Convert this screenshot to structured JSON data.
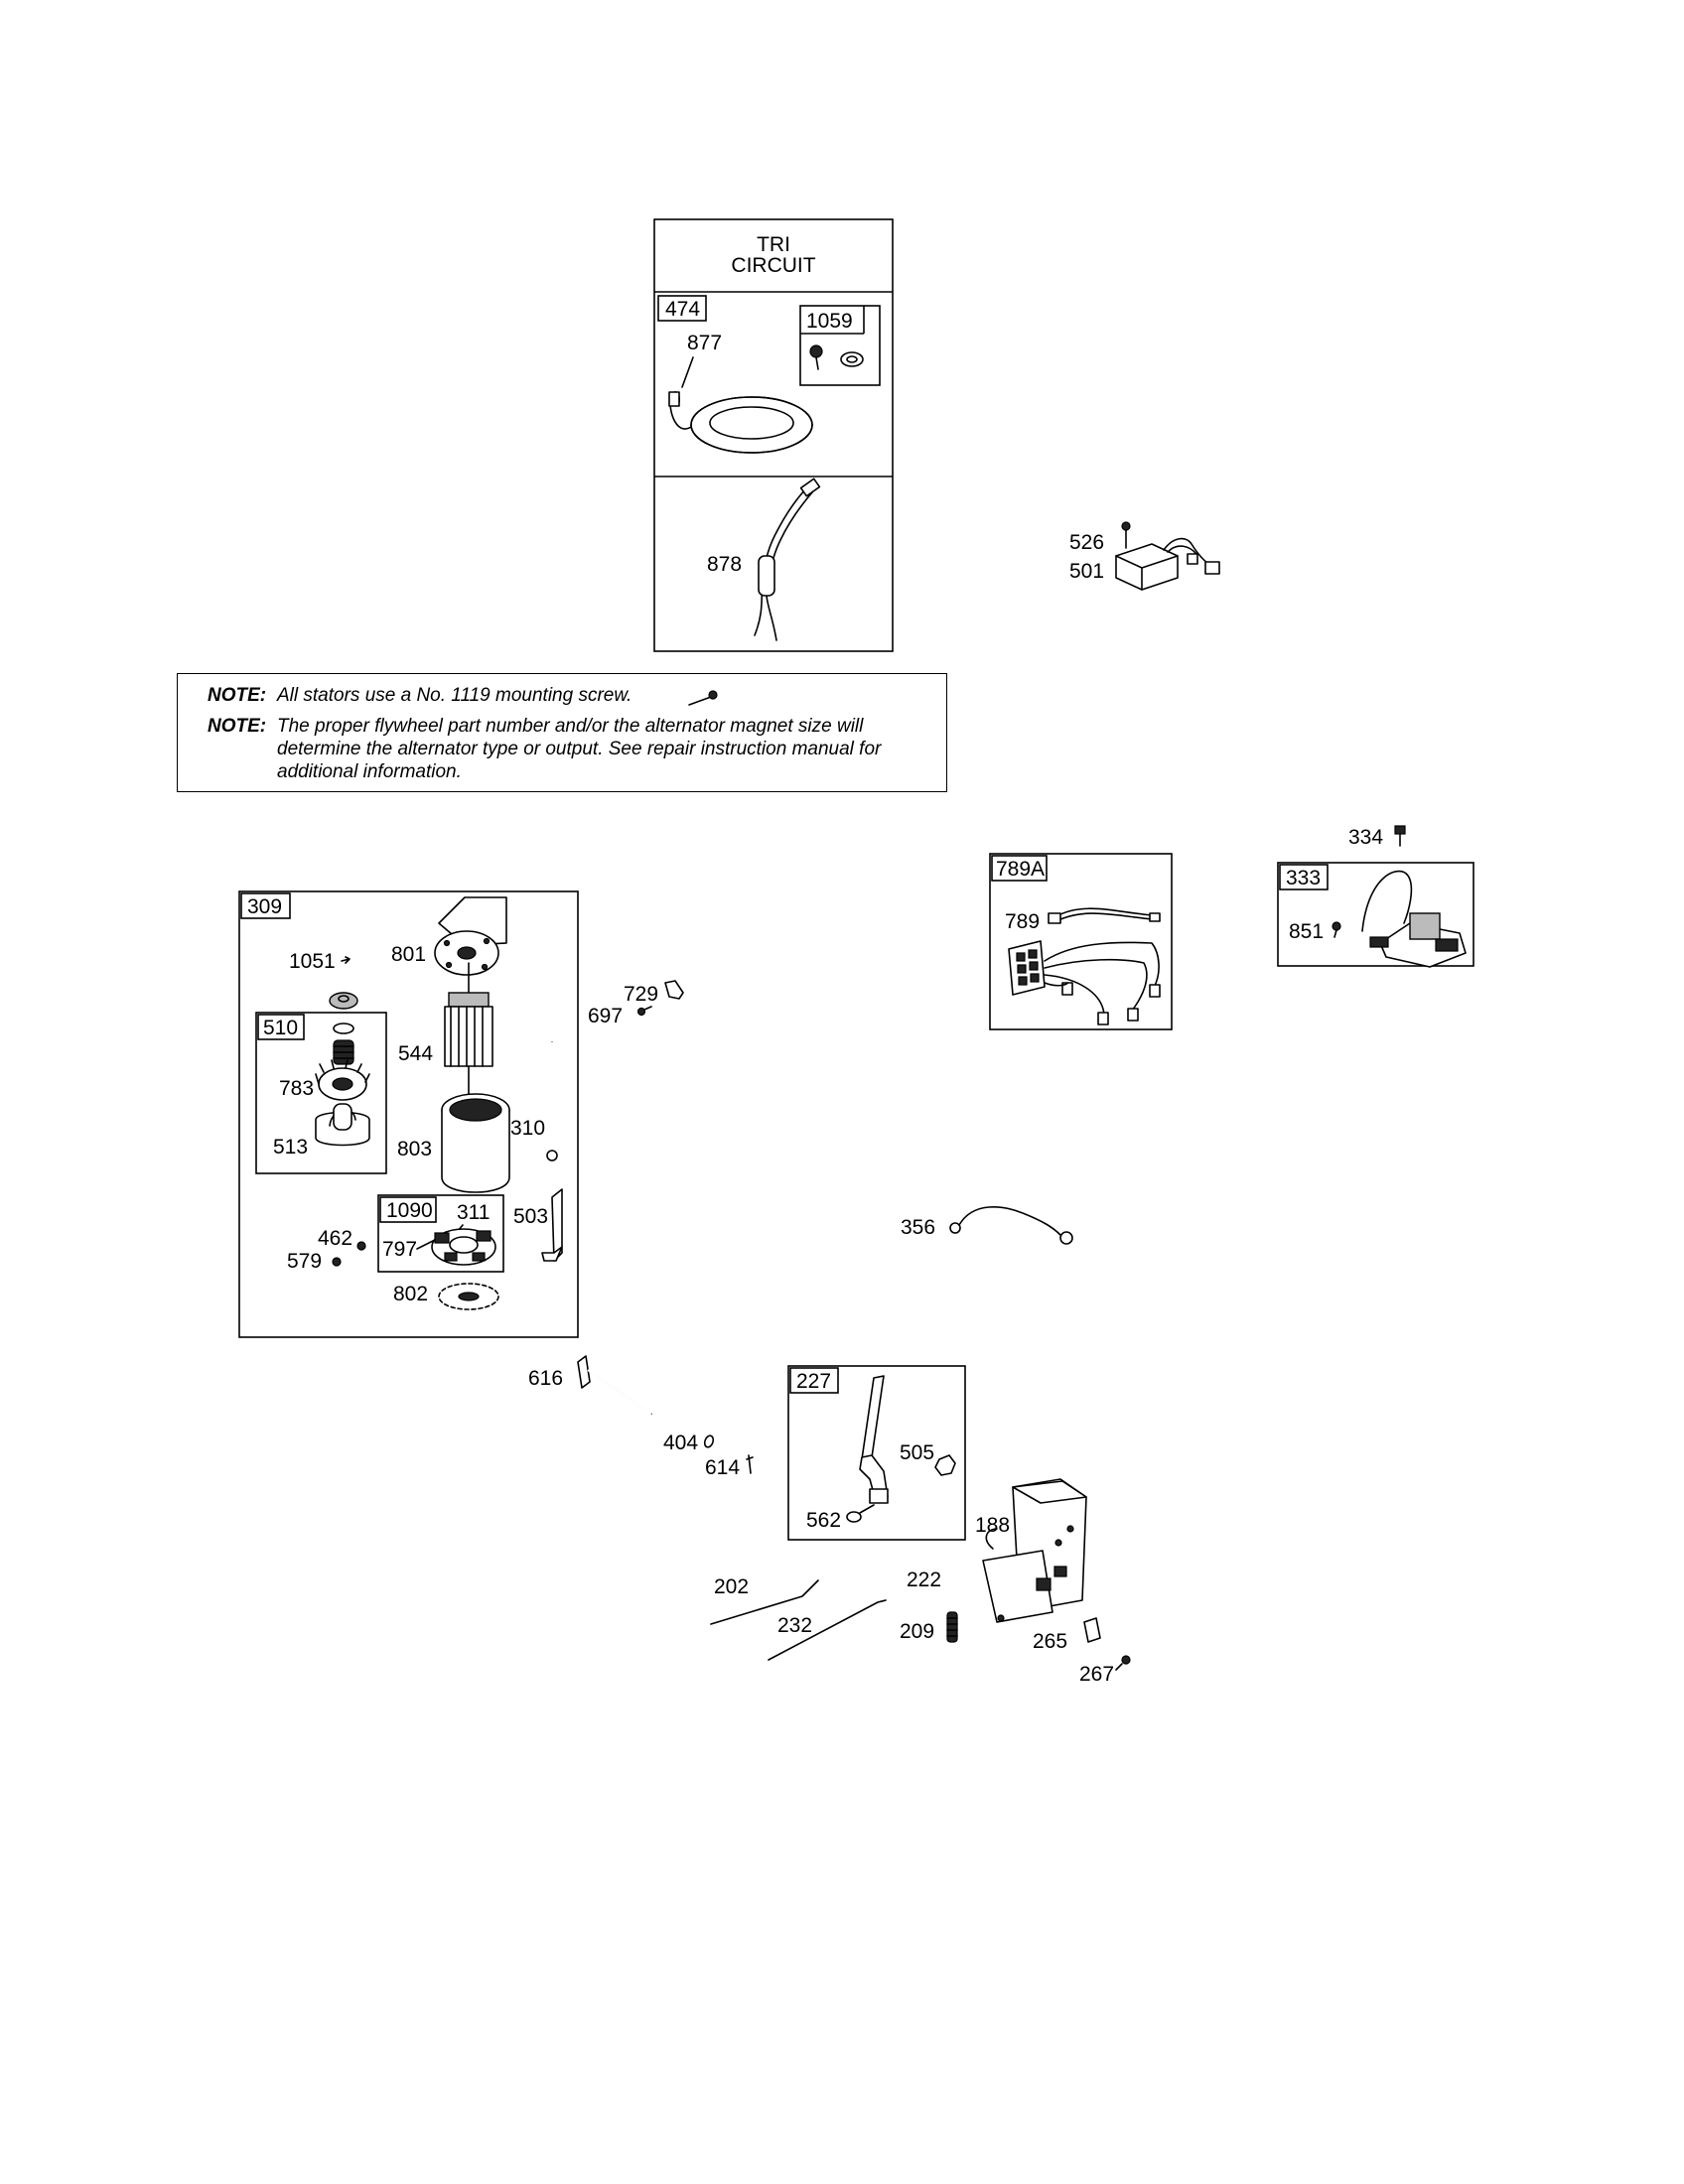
{
  "tri_circuit": {
    "title_line1": "TRI",
    "title_line2": "CIRCUIT",
    "kit_474": "474",
    "kit_1059": "1059",
    "part_877": "877",
    "part_878": "878"
  },
  "regulator": {
    "part_526": "526",
    "part_501": "501"
  },
  "notes": [
    {
      "key": "NOTE:",
      "text": "All stators use a No. 1119 mounting screw."
    },
    {
      "key": "NOTE:",
      "text": "The proper flywheel part number and/or the alternator magnet size will determine the alternator type or output. See repair instruction manual for additional information."
    }
  ],
  "starter": {
    "kit_309": "309",
    "kit_510": "510",
    "kit_1090": "1090",
    "part_1051": "1051",
    "part_801": "801",
    "part_544": "544",
    "part_783": "783",
    "part_513": "513",
    "part_803": "803",
    "part_310": "310",
    "part_311": "311",
    "part_503": "503",
    "part_462": "462",
    "part_579": "579",
    "part_797": "797",
    "part_802": "802"
  },
  "misc": {
    "part_729": "729",
    "part_697": "697",
    "part_356": "356",
    "part_616": "616",
    "part_404": "404",
    "part_614": "614"
  },
  "harness": {
    "kit_789A": "789A",
    "part_789": "789"
  },
  "ignition": {
    "part_334": "334",
    "kit_333": "333",
    "part_851": "851"
  },
  "control": {
    "kit_227": "227",
    "part_505": "505",
    "part_562": "562",
    "part_188": "188",
    "part_202": "202",
    "part_222": "222",
    "part_232": "232",
    "part_209": "209",
    "part_265": "265",
    "part_267": "267"
  }
}
